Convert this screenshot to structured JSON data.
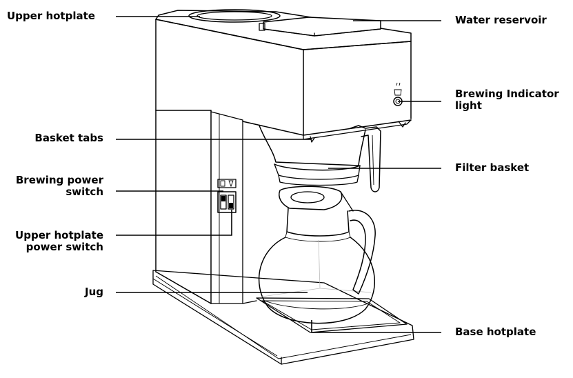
{
  "labels": {
    "upper_hotplate": "Upper hotplate",
    "water_reservoir": "Water reservoir",
    "brewing_indicator_line1": "Brewing Indicator",
    "brewing_indicator_line2": "light",
    "basket_tabs": "Basket tabs",
    "filter_basket": "Filter basket",
    "brewing_power_switch_line1": "Brewing power",
    "brewing_power_switch_line2": "switch",
    "upper_hotplate_power_switch_line1": "Upper hotplate",
    "upper_hotplate_power_switch_line2": "power switch",
    "jug": "Jug",
    "base_hotplate": "Base hotplate"
  }
}
